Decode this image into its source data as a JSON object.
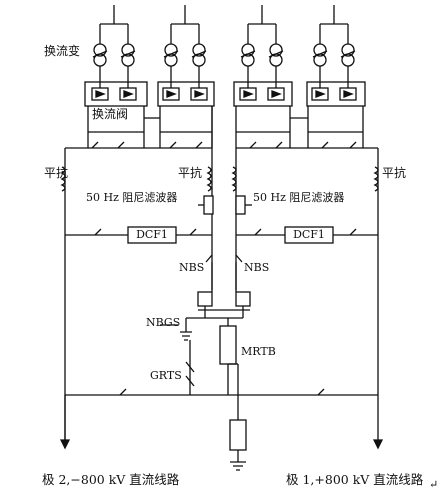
{
  "labels": {
    "converter_transformer": "换流变",
    "converter_valve": "换流阀",
    "smoothing_reactor_left": "平抗",
    "smoothing_reactor_mid": "平抗",
    "smoothing_reactor_right": "平抗",
    "filter_left": "50 Hz 阻尼滤波器",
    "filter_right": "50 Hz 阻尼滤波器",
    "dc_filter_left": "DCF1",
    "dc_filter_right": "DCF1",
    "nbs_left": "NBS",
    "nbs_right": "NBS",
    "nbgs": "NBGS",
    "mrtb": "MRTB",
    "grts": "GRTS",
    "pole2_line": "极 2,−800 kV 直流线路",
    "pole1_line": "极 1,+800 kV 直流线路",
    "corner_mark": "↵"
  }
}
